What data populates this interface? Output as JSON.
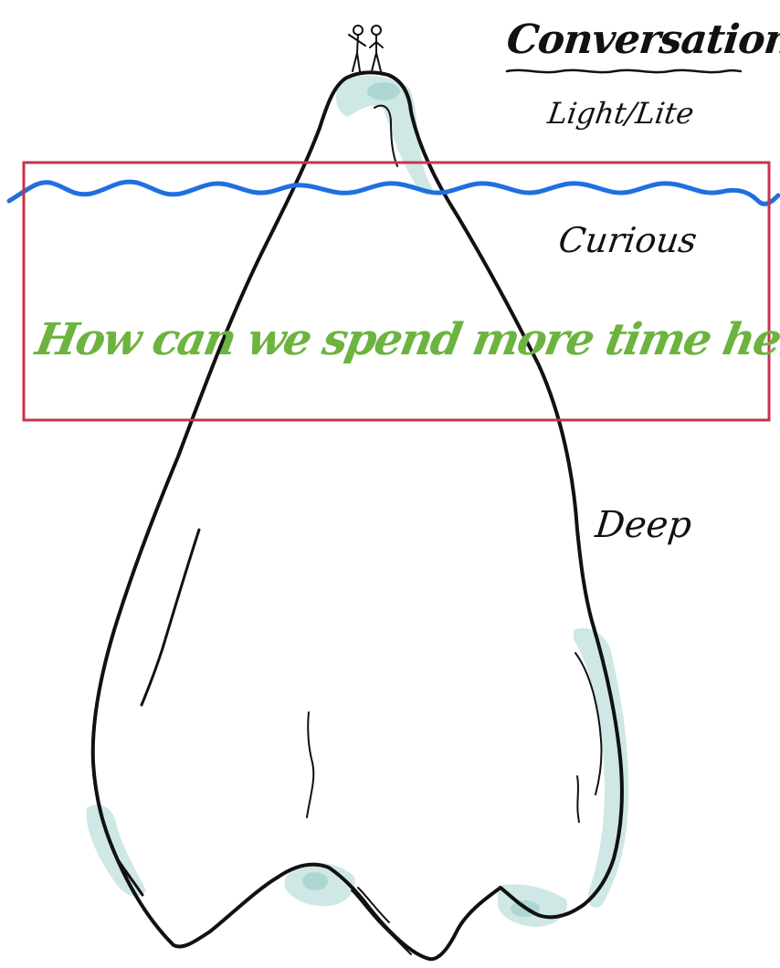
{
  "title": "Conversations",
  "levels": {
    "surface": "Light/Lite",
    "middle": "Curious",
    "bottom": "Deep"
  },
  "question": "How can we spend more time here?",
  "colors": {
    "outline": "#111111",
    "waterline": "#1f6fe0",
    "highlight_box": "#c8334d",
    "question_text": "#6cb33f",
    "ice_shade": "#cfe8e6",
    "ice_shade_dark": "#9fd0cc",
    "background": "#ffffff"
  },
  "figures": {
    "count": 2,
    "description_icon": "stick-figures-icon"
  }
}
